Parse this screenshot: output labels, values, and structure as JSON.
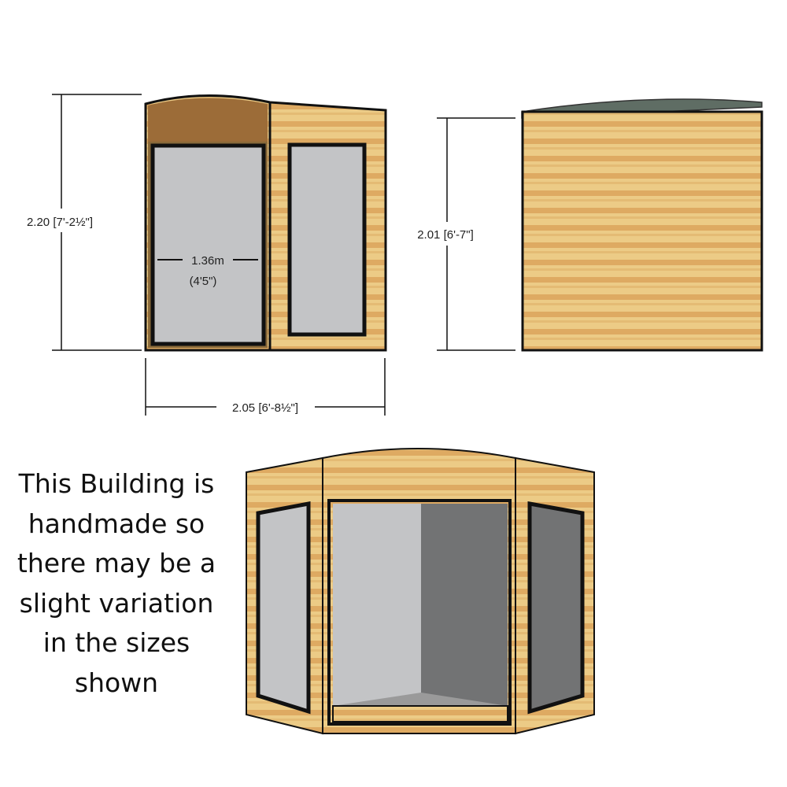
{
  "dimensions": {
    "front_height": "2.20 [7'-2½\"]",
    "front_width": "2.05 [6'-8½\"]",
    "door_width_m": "1.36m",
    "door_width_ft": "(4'5\")",
    "side_height": "2.01 [6'-7\"]"
  },
  "note": {
    "lines": [
      "This Building is",
      "handmade so",
      "there may be a",
      "slight variation",
      "in the sizes",
      "shown"
    ]
  },
  "colors": {
    "wood_light": "#eccb86",
    "wood_dark": "#d9a259",
    "glass_light": "#c3c4c6",
    "glass_dark": "#727374",
    "roof_side": "#5f6d64"
  }
}
